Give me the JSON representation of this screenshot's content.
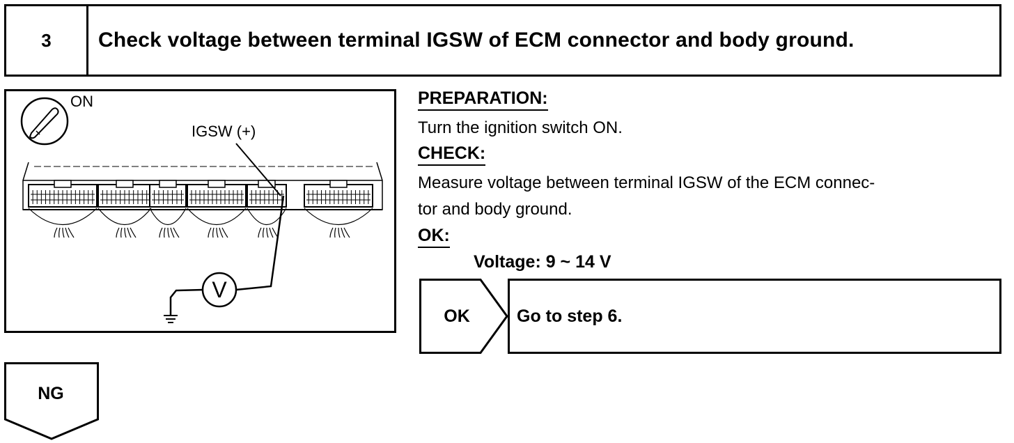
{
  "step": {
    "number": "3",
    "title": "Check voltage between terminal IGSW of ECM connector and body ground."
  },
  "figure": {
    "ignition_label": "ON",
    "terminal_label": "IGSW (+)",
    "meter_symbol": "V",
    "icons": [
      "ignition-key-icon",
      "voltmeter-icon",
      "ground-symbol-icon",
      "ecm-connector-icon"
    ]
  },
  "instructions": {
    "preparation_heading": "PREPARATION:",
    "preparation_text": "Turn the ignition switch ON.",
    "check_heading": "CHECK:",
    "check_text_line1": "Measure voltage between terminal IGSW of the ECM connec-",
    "check_text_line2": "tor and body ground.",
    "ok_heading": "OK:",
    "spec_text": "Voltage: 9 ~ 14 V"
  },
  "results": {
    "ok_label": "OK",
    "ok_action": "Go to step 6.",
    "ng_label": "NG"
  }
}
